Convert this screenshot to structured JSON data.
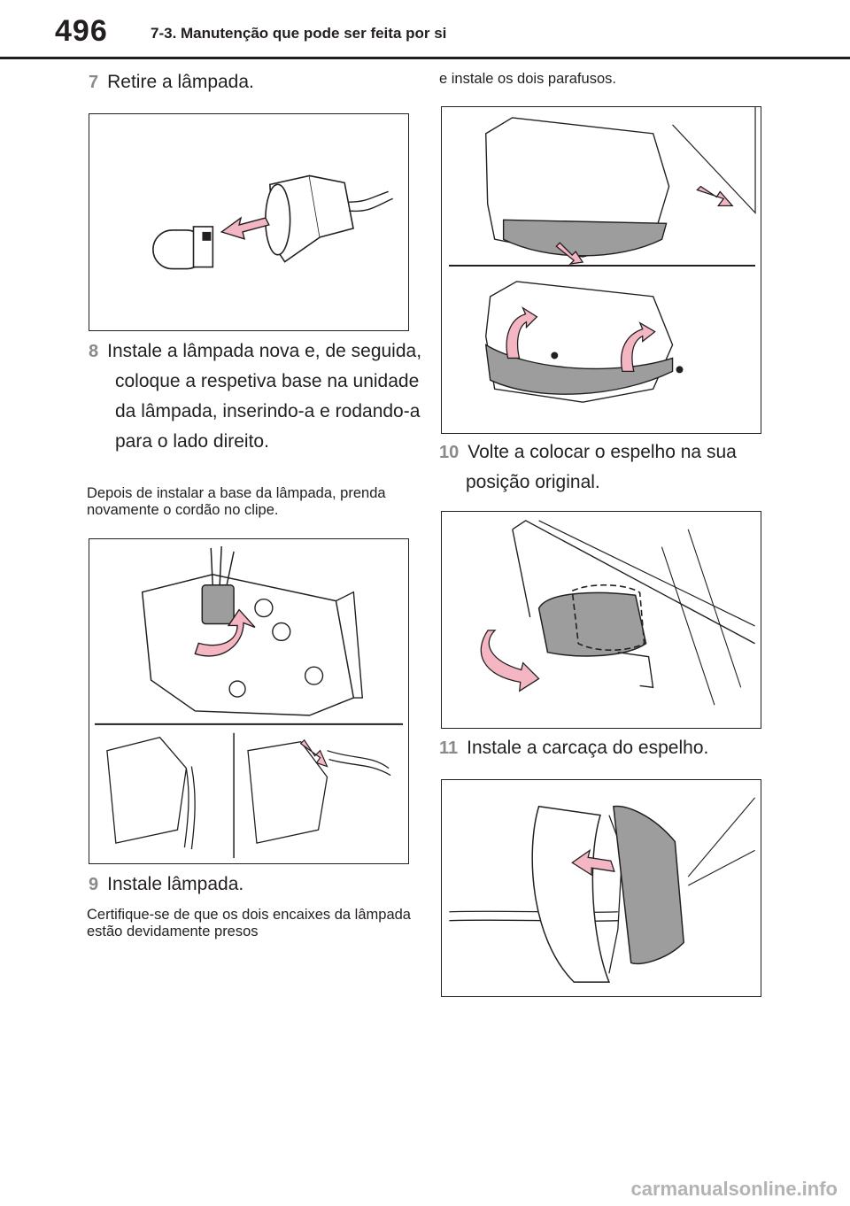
{
  "header": {
    "page_number": "496",
    "section_title": "7-3. Manutenção que pode ser feita por si"
  },
  "left_column": {
    "step7": {
      "num": "7",
      "text": "Retire a lâmpada."
    },
    "step8": {
      "num": "8",
      "text": "Instale a lâmpada nova e, de seguida, coloque a respetiva base na unidade da lâmpada, inserindo-a e rodando-a para o lado direito."
    },
    "note8": "Depois de instalar a base da lâmpada, prenda novamente o cordão no clipe.",
    "step9": {
      "num": "9",
      "text": "Instale lâmpada."
    },
    "note9": "Certifique-se de que os dois encaixes da lâmpada estão devidamente presos"
  },
  "right_column": {
    "note9_cont": "e instale os dois parafusos.",
    "step10": {
      "num": "10",
      "text": "Volte a colocar o espelho na sua posição original."
    },
    "step11": {
      "num": "11",
      "text": "Instale a carcaça do espelho."
    }
  },
  "footer": {
    "watermark": "carmanualsonline.info"
  },
  "colors": {
    "arrow_pink": "#f4b6c2",
    "mirror_gray": "#9d9d9d",
    "line": "#231f20"
  }
}
